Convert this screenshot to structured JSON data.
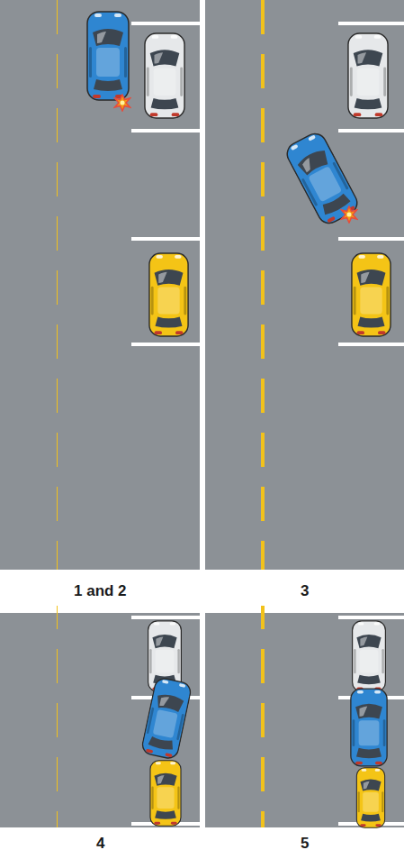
{
  "diagram": {
    "labels": [
      "1 and 2",
      "3",
      "4",
      "5"
    ]
  }
}
